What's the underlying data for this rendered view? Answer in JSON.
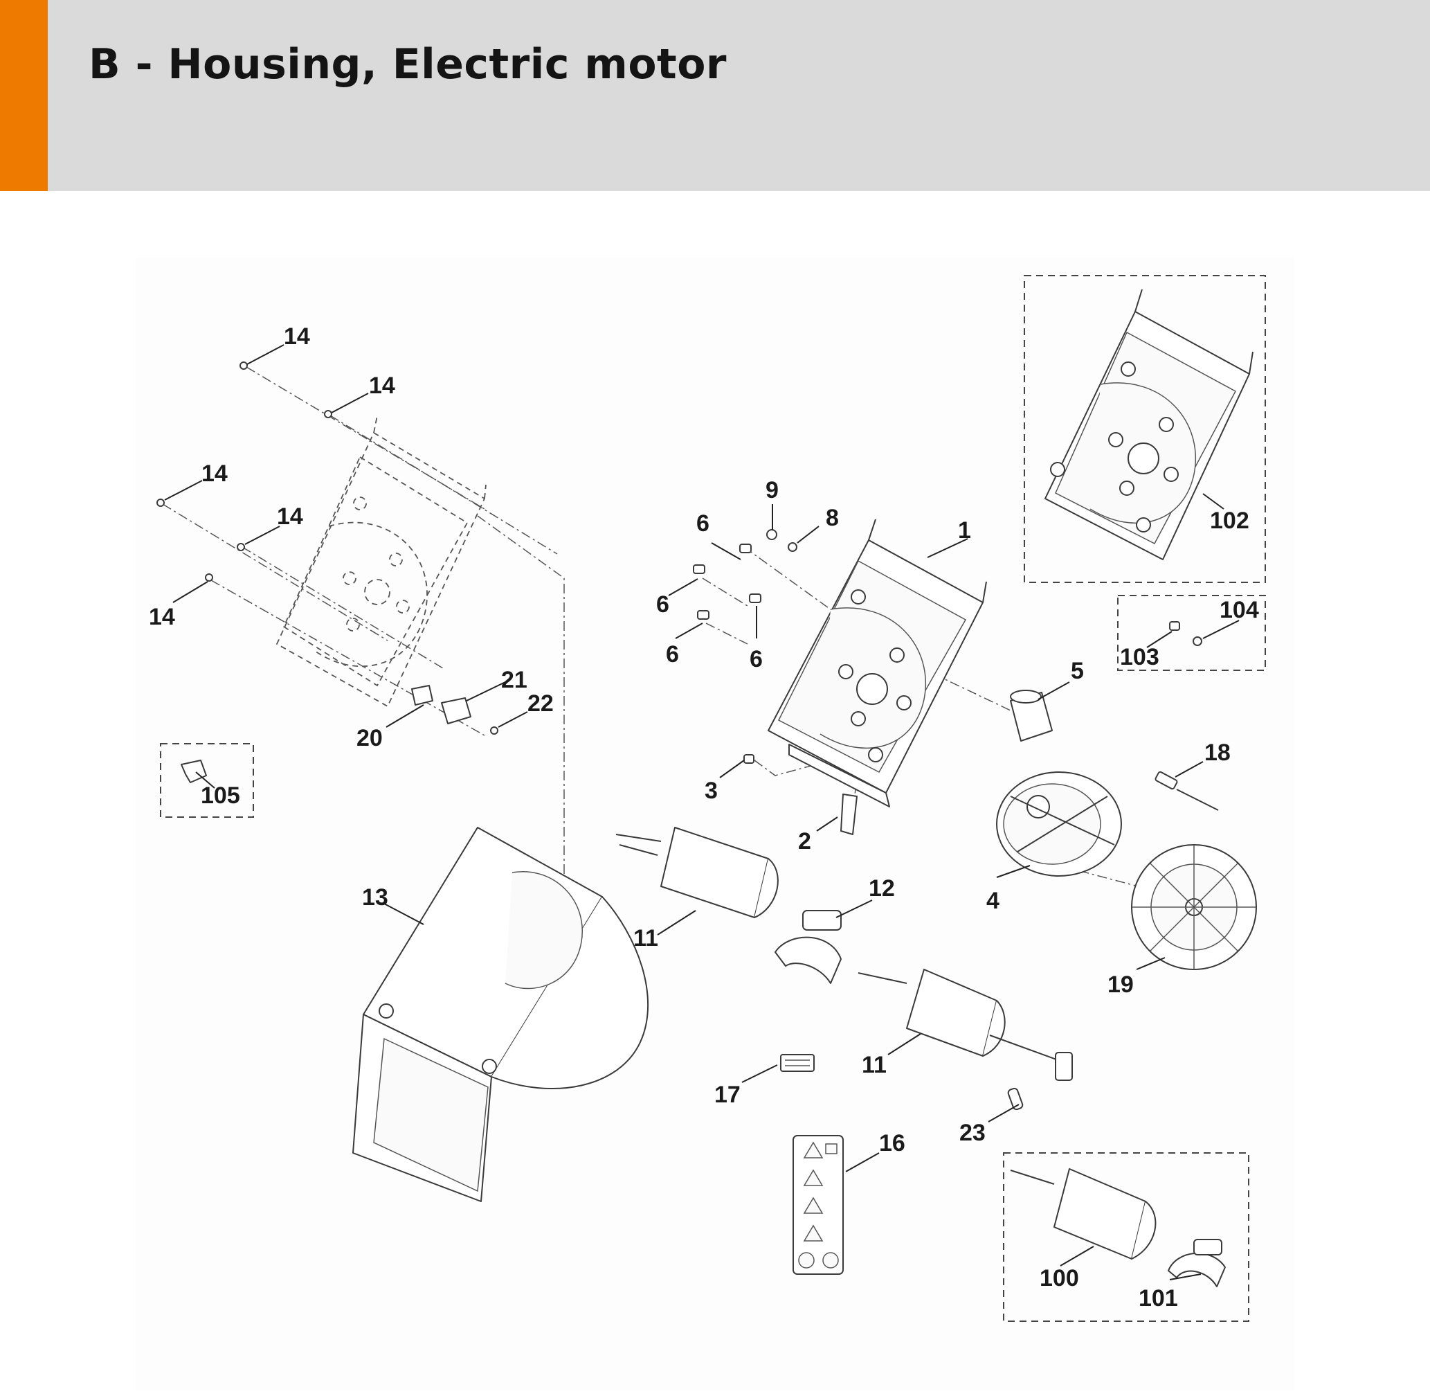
{
  "header": {
    "title": "B - Housing, Electric motor",
    "accent_color": "#ef7a00",
    "band_color": "#dadada"
  },
  "callouts": [
    "14",
    "14",
    "14",
    "14",
    "14",
    "21",
    "22",
    "20",
    "105",
    "9",
    "8",
    "6",
    "6",
    "6",
    "6",
    "1",
    "102",
    "103",
    "104",
    "5",
    "3",
    "2",
    "18",
    "4",
    "19",
    "13",
    "11",
    "12",
    "11",
    "17",
    "23",
    "16",
    "100",
    "101"
  ]
}
